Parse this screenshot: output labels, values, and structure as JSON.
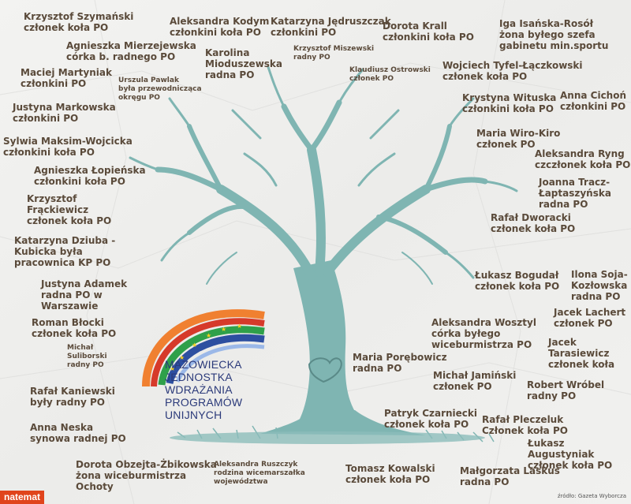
{
  "brand": "natemat",
  "source": "źródło: Gazeta Wyborcza",
  "logo": {
    "text": "MAZOWIECKA JEDNOSTKA\nWDRAŻANIA\nPROGRAMÓW UNIJNYCH"
  },
  "colors": {
    "tree": "#7fb5b2",
    "label_text": "#5a4a3a",
    "logo_text": "#2b3a7a",
    "brand_bg": "#e0441c"
  },
  "labels": [
    "Krzysztof Szymański\nczłonek koła PO",
    "Aleksandra Kodym\nczłonkini koła PO",
    "Katarzyna Jędruszczak\nczłonkini PO",
    "Dorota Krall\nczłonkini koła PO",
    "Iga Isańska-Rosół\nżona byłego szefa\ngabinetu min.sportu",
    "Agnieszka Mierzejewska\ncórka b. radnego PO",
    "Karolina\nMioduszewska\nradna PO",
    "Krzysztof Miszewski\nradny PO",
    "Maciej Martyniak\nczłonkini PO",
    "Urszula Pawlak\nbyła przewodnicząca\nokręgu PO",
    "Klaudiusz Ostrowski\nczłonek PO",
    "Wojciech Tyfel-Łączkowski\nczłonek koła PO",
    "Justyna Markowska\nczłonkini PO",
    "Krystyna Wituska\nczłonkini koła PO",
    "Anna Cichoń\nczłonkini PO",
    "Sylwia Maksim-Wojcicka\nczłonkini koła PO",
    "Maria Wiro-Kiro\nczłonek PO",
    "Agnieszka Łopieńska\nczłonkini koła PO",
    "Aleksandra Ryng\nczczłonek koła PO",
    "Krzysztof\nFrąckiewicz\nczłonek koła PO",
    "Joanna Tracz-\nŁaptaszyńska\nradna PO",
    "Rafał Dworacki\nczłonek koła PO",
    "Katarzyna Dziuba -\nKubicka była\npracownica KP PO",
    "Łukasz Bogudał\nczłonek koła PO",
    "Ilona Soja-\nKozłowska\nradna PO",
    "Justyna Adamek\nradna PO w\nWarszawie",
    "Jacek Lachert\nczłonek PO",
    "Roman Błocki\nczłonek koła PO",
    "Aleksandra Wosztyl\ncórka byłego\nwiceburmistrza PO",
    "Jacek\nTarasiewicz\nczłonek koła",
    "Michał\nSuliborski\nradny PO",
    "Maria Porębowicz\nradna PO",
    "Michał Jamiński\nczłonek PO",
    "Robert Wróbel\nradny PO",
    "Rafał Kaniewski\nbyły radny PO",
    "Patryk Czarniecki\nczłonek koła PO",
    "Rafał Pleczeluk\nCzłonek koła PO",
    "Anna Neska\nsynowa radnej PO",
    "Łukasz Augustyniak\nczłonek koła PO",
    "Dorota Obzejta-Żbikowska\nżona wiceburmistrza\nOchoty",
    "Aleksandra Ruszczyk\nrodzina wicemarszałka\nwojewództwa",
    "Tomasz Kowalski\nczłonek koła PO",
    "Małgorzata Laskus\nradna PO"
  ]
}
